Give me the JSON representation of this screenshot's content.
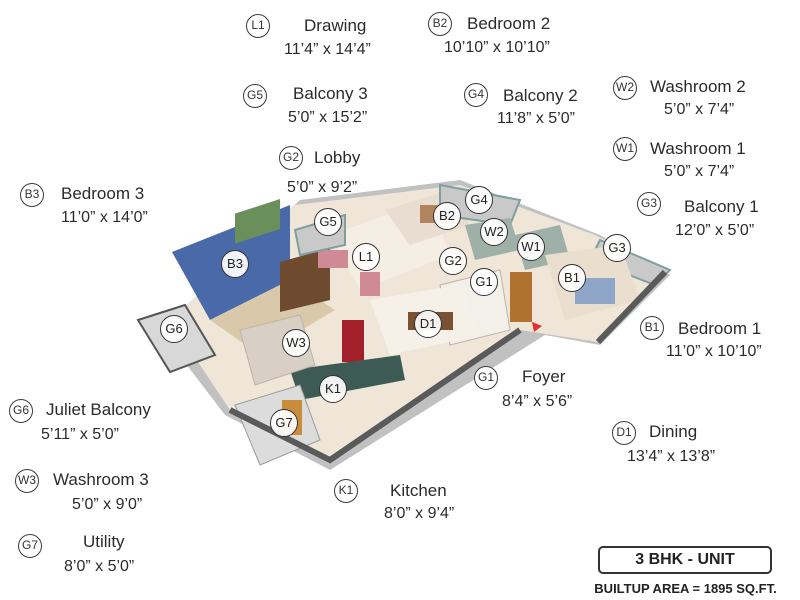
{
  "legend": [
    {
      "code": "L1",
      "name": "Drawing",
      "dims": "11’4” x 14’4”"
    },
    {
      "code": "B2",
      "name": "Bedroom 2",
      "dims": "10’10” x 10’10”"
    },
    {
      "code": "G5",
      "name": "Balcony 3",
      "dims": "5’0” x 15’2”"
    },
    {
      "code": "G4",
      "name": "Balcony 2",
      "dims": "11’8” x 5’0”"
    },
    {
      "code": "W2",
      "name": "Washroom 2",
      "dims": "5’0” x 7’4”"
    },
    {
      "code": "W1",
      "name": "Washroom 1",
      "dims": "5’0” x 7’4”"
    },
    {
      "code": "G2",
      "name": "Lobby",
      "dims": "5’0” x 9’2”"
    },
    {
      "code": "B3",
      "name": "Bedroom 3",
      "dims": "11’0” x 14’0”"
    },
    {
      "code": "G3",
      "name": "Balcony 1",
      "dims": "12’0” x 5’0”"
    },
    {
      "code": "B1",
      "name": "Bedroom 1",
      "dims": "11’0” x 10’10”"
    },
    {
      "code": "G1",
      "name": "Foyer",
      "dims": "8’4” x 5’6”"
    },
    {
      "code": "G6",
      "name": "Juliet Balcony",
      "dims": "5’11” x 5’0”"
    },
    {
      "code": "D1",
      "name": "Dining",
      "dims": "13’4” x 13’8”"
    },
    {
      "code": "W3",
      "name": "Washroom 3",
      "dims": "5’0” x 9’0”"
    },
    {
      "code": "K1",
      "name": "Kitchen",
      "dims": "8’0” x 9’4”"
    },
    {
      "code": "G7",
      "name": "Utility",
      "dims": "8’0” x 5’0”"
    }
  ],
  "plan_markers": [
    "B2",
    "G4",
    "G5",
    "W2",
    "W1",
    "G3",
    "L1",
    "B3",
    "G2",
    "G1",
    "B1",
    "D1",
    "G6",
    "W3",
    "K1",
    "G7"
  ],
  "unit_type": "3 BHK - UNIT",
  "builtup_area": "BUILTUP AREA = 1895 SQ.FT."
}
